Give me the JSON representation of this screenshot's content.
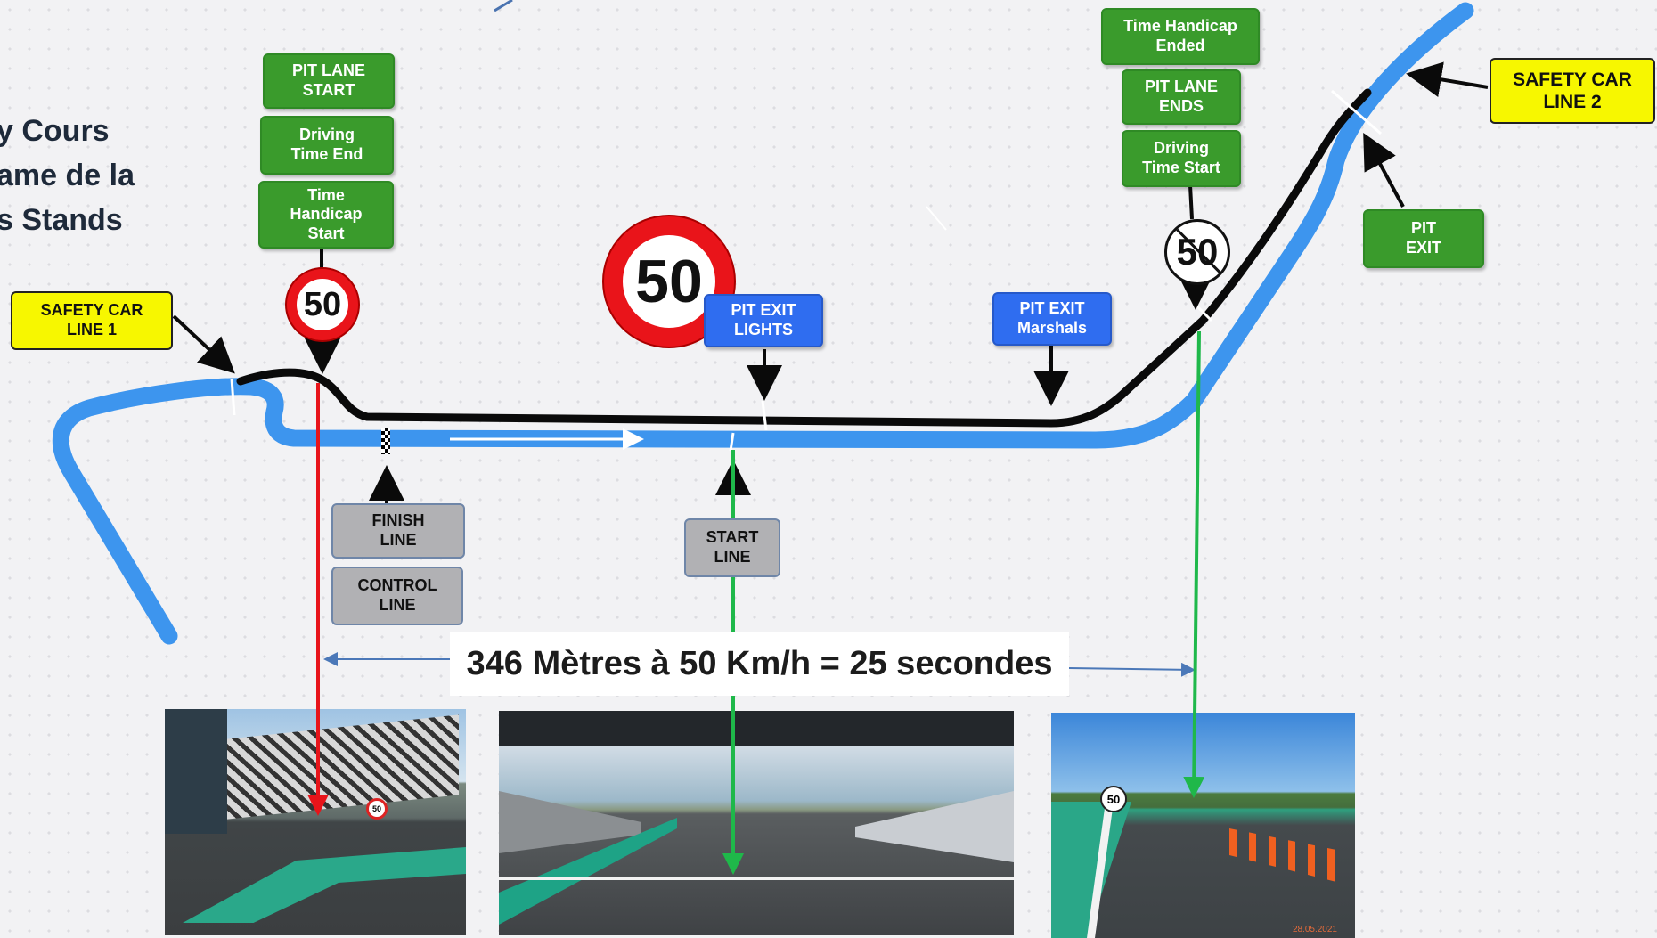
{
  "title_lines": [
    "y Cours",
    "ame de la",
    "s Stands"
  ],
  "labels": {
    "pit_lane_start": "PIT LANE\nSTART",
    "driving_time_end": "Driving\nTime End",
    "time_handicap_start": "Time\nHandicap\nStart",
    "safety_car_line_1": "SAFETY CAR\nLINE 1",
    "pit_exit_lights": "PIT EXIT\nLIGHTS",
    "pit_exit_marshals": "PIT EXIT\nMarshals",
    "time_handicap_ended": "Time Handicap\nEnded",
    "pit_lane_ends": "PIT LANE\nENDS",
    "driving_time_start": "Driving\nTime Start",
    "safety_car_line_2": "SAFETY CAR\nLINE 2",
    "pit_exit": "PIT\nEXIT",
    "finish_line": "FINISH\nLINE",
    "control_line": "CONTROL\nLINE",
    "start_line": "START\nLINE"
  },
  "speed_signs": {
    "limit_small": "50",
    "limit_large": "50",
    "end_limit": "50",
    "photo_sign_left": "50",
    "photo_sign_right": "50"
  },
  "measurement": "346 Mètres à 50 Km/h = 25 secondes",
  "photo_timestamp": "28.05.2021",
  "colors": {
    "track_blue": "#3d95ee",
    "pit_black": "#0a0a0a",
    "label_green": "#3a9b2c",
    "label_blue": "#2f6df0",
    "label_grey": "#b1b1b4",
    "label_yellow": "#f7f700",
    "marker_red": "#e8141a",
    "marker_green": "#1fb84a"
  }
}
